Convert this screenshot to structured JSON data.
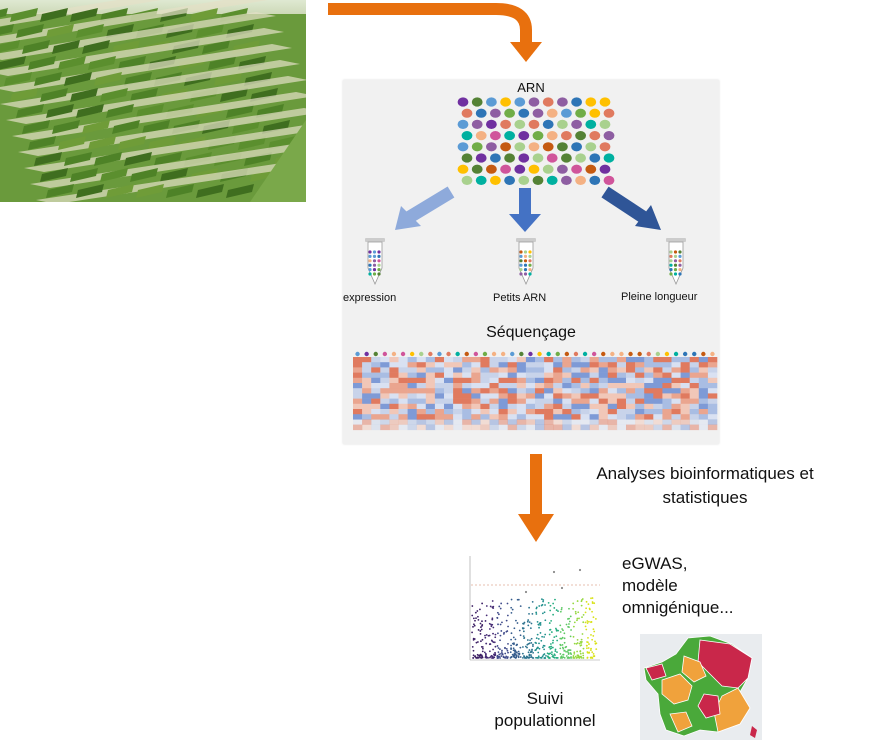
{
  "panel": {
    "top_label": "ARN",
    "branches": [
      {
        "label": "expression"
      },
      {
        "label": "Petits ARN"
      },
      {
        "label": "Pleine longueur"
      }
    ],
    "sequencing_label": "Séquençage"
  },
  "analysis": {
    "line1": "Analyses bioinformatiques et",
    "line2": "statistiques"
  },
  "outputs": {
    "egwas_lines": [
      "eGWAS,",
      "modèle",
      "omnigénique..."
    ],
    "suivi_lines": [
      "Suivi",
      "populationnel"
    ]
  },
  "colors": {
    "flow_arrow": "#e8700e",
    "arrow_light_blue": "#8eaadb",
    "arrow_mid_blue": "#4472c4",
    "arrow_dark_blue": "#2f5597",
    "heatmap_red": "#e07a5f",
    "heatmap_blue": "#a9bde3",
    "map_red": "#c9274a",
    "map_green": "#4aa93a",
    "map_orange": "#f0a23c"
  },
  "icons": [
    "field-photo",
    "rna-dot-grid",
    "sample-tube-icon",
    "heatmap",
    "manhattan-plot",
    "france-map"
  ]
}
